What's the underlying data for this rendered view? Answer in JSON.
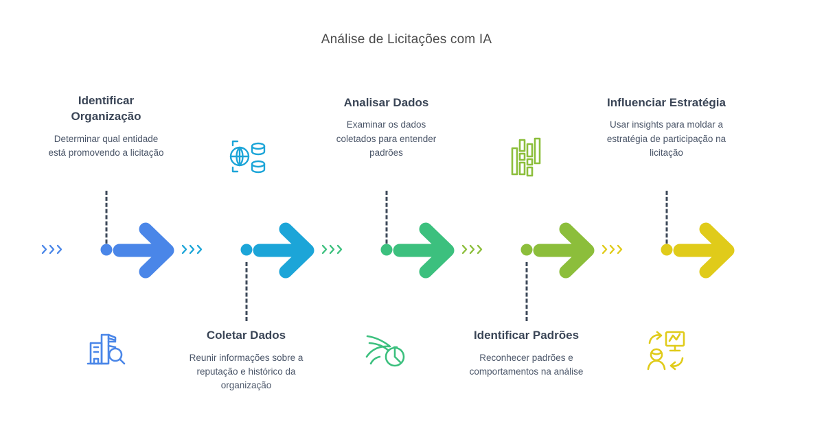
{
  "title": "Análise de Licitações com IA",
  "colors": {
    "heading": "#3a4556",
    "description": "#4a5568",
    "title": "#4a4a4a",
    "dashed_line": "#3c4858",
    "background": "#ffffff"
  },
  "steps": [
    {
      "heading": "Identificar Organização",
      "description": "Determinar qual entidade está promovendo a licitação",
      "color": "#4a86e8",
      "icon": "building-search-icon",
      "text_position": "above",
      "icon_position": "below"
    },
    {
      "heading": "Coletar Dados",
      "description": "Reunir informações sobre a reputação e histórico da organização",
      "color": "#1ca5d8",
      "icon": "globe-database-icon",
      "text_position": "below",
      "icon_position": "above"
    },
    {
      "heading": "Analisar Dados",
      "description": "Examinar os dados coletados para entender padrões",
      "color": "#3cc07e",
      "icon": "flow-pie-chart-icon",
      "text_position": "above",
      "icon_position": "below"
    },
    {
      "heading": "Identificar Padrões",
      "description": "Reconhecer padrões e comportamentos na análise",
      "color": "#8cbe3b",
      "icon": "bar-pattern-icon",
      "text_position": "below",
      "icon_position": "above"
    },
    {
      "heading": "Influenciar Estratégia",
      "description": "Usar insights para moldar a estratégia de participação na licitação",
      "color": "#e0cb1a",
      "icon": "person-monitor-cycle-icon",
      "text_position": "above",
      "icon_position": "below"
    }
  ]
}
